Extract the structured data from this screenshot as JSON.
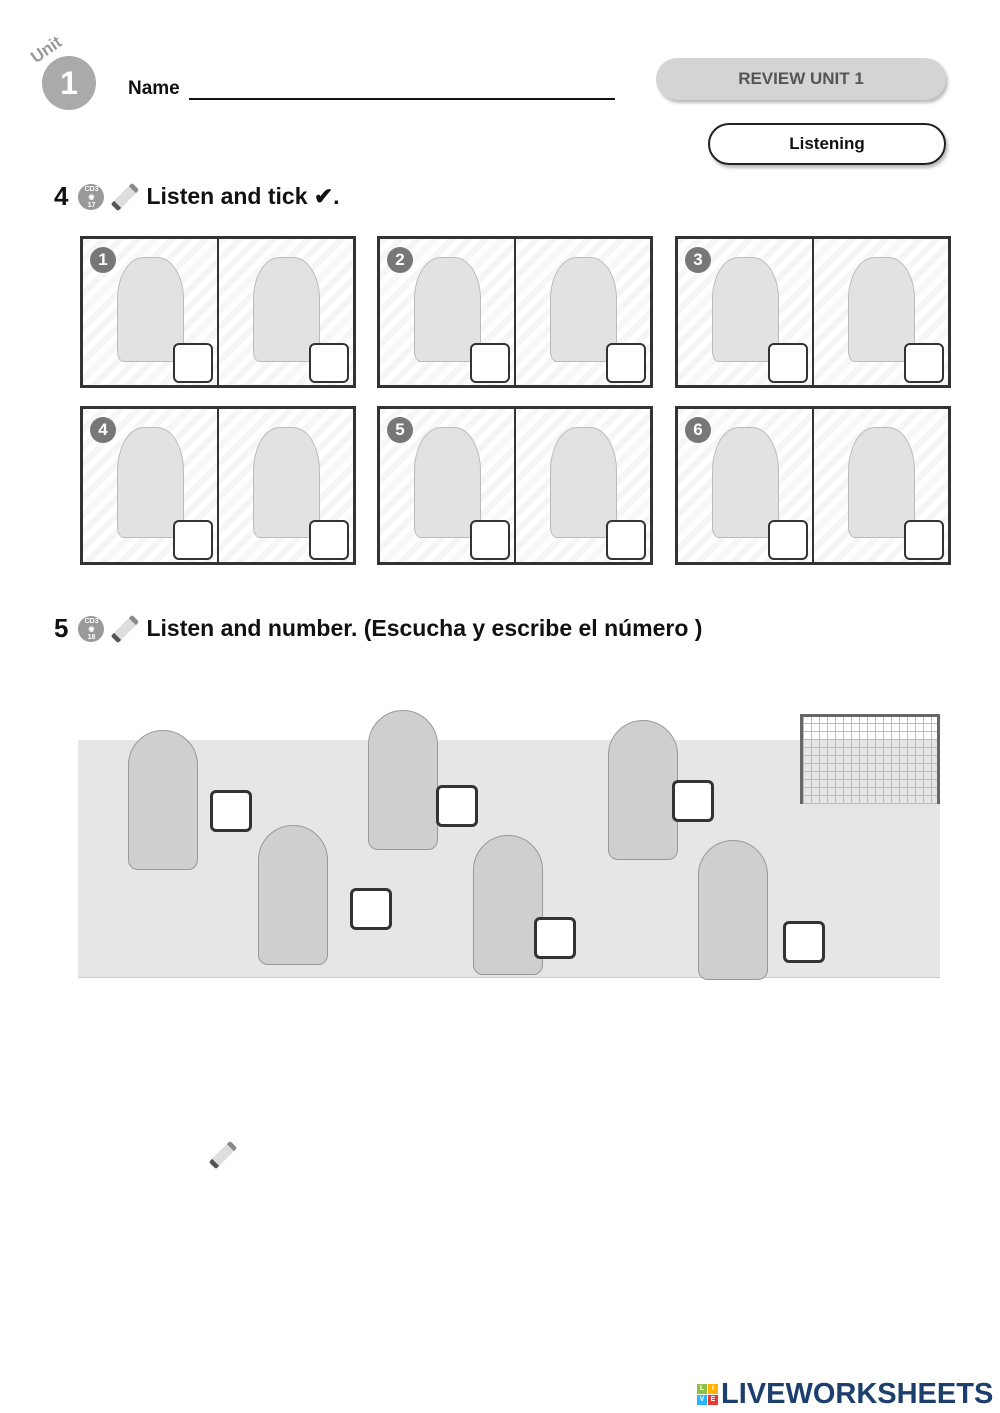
{
  "header": {
    "unit_word": "Unit",
    "unit_number": "1",
    "name_label": "Name",
    "review_label": "REVIEW UNIT 1",
    "section_label": "Listening"
  },
  "exercise4": {
    "number": "4",
    "cd": "CD3",
    "track": "17",
    "instruction": "Listen and tick ✔.",
    "panels": [
      "1",
      "2",
      "3",
      "4",
      "5",
      "6"
    ]
  },
  "exercise5": {
    "number": "5",
    "cd": "CD3",
    "track": "18",
    "instruction": "Listen and number. (Escucha y escribe el número )",
    "answer_boxes": 6
  },
  "footer": {
    "logo_text": "LIVEWORKSHEETS",
    "logo_blocks": [
      "L",
      "I",
      "V",
      "E"
    ],
    "logo_colors": [
      "#8bc34a",
      "#ffb300",
      "#29b6f6",
      "#e53935"
    ]
  }
}
